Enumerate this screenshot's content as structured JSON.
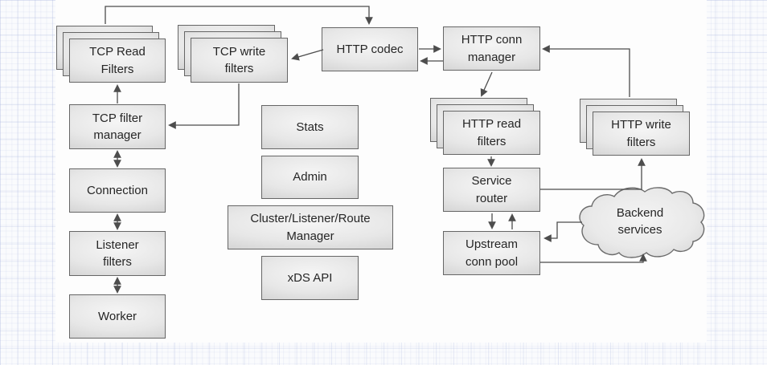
{
  "diagram": {
    "title": "Envoy-style proxy architecture diagram",
    "nodes": {
      "tcp_read_filters": {
        "label": "TCP Read Filters",
        "stacked": true
      },
      "tcp_write_filters": {
        "label": "TCP write filters",
        "stacked": true
      },
      "http_codec": {
        "label": "HTTP codec",
        "stacked": false
      },
      "http_conn_manager": {
        "label": "HTTP conn manager",
        "stacked": false
      },
      "http_read_filters": {
        "label": "HTTP read filters",
        "stacked": true
      },
      "http_write_filters": {
        "label": "HTTP write filters",
        "stacked": true
      },
      "service_router": {
        "label": "Service router",
        "stacked": false
      },
      "upstream_conn_pool": {
        "label": "Upstream conn pool",
        "stacked": false
      },
      "tcp_filter_manager": {
        "label": "TCP filter manager",
        "stacked": false
      },
      "connection": {
        "label": "Connection",
        "stacked": false
      },
      "listener_filters": {
        "label": "Listener filters",
        "stacked": false
      },
      "worker": {
        "label": "Worker",
        "stacked": false
      },
      "stats": {
        "label": "Stats",
        "stacked": false
      },
      "admin": {
        "label": "Admin",
        "stacked": false
      },
      "cluster_manager": {
        "label": "Cluster/Listener/Route Manager",
        "stacked": false
      },
      "xds_api": {
        "label": "xDS API",
        "stacked": false
      }
    },
    "cloud": {
      "label_line1": "Backend",
      "label_line2": "services"
    },
    "edges": [
      {
        "from": "tcp_read_filters",
        "to": "http_codec",
        "style": "arrow"
      },
      {
        "from": "http_codec",
        "to": "tcp_write_filters",
        "style": "arrow"
      },
      {
        "from": "http_codec",
        "to": "http_conn_manager",
        "style": "arrow"
      },
      {
        "from": "http_conn_manager",
        "to": "http_codec",
        "style": "arrow"
      },
      {
        "from": "tcp_write_filters",
        "to": "tcp_filter_manager",
        "style": "arrow"
      },
      {
        "from": "tcp_filter_manager",
        "to": "tcp_read_filters",
        "style": "arrow"
      },
      {
        "from": "tcp_filter_manager",
        "to": "connection",
        "style": "double-arrow"
      },
      {
        "from": "connection",
        "to": "listener_filters",
        "style": "double-arrow"
      },
      {
        "from": "listener_filters",
        "to": "worker",
        "style": "double-arrow"
      },
      {
        "from": "http_conn_manager",
        "to": "http_read_filters",
        "style": "arrow"
      },
      {
        "from": "http_read_filters",
        "to": "service_router",
        "style": "arrow"
      },
      {
        "from": "service_router",
        "to": "upstream_conn_pool",
        "style": "arrow"
      },
      {
        "from": "upstream_conn_pool",
        "to": "service_router",
        "style": "arrow"
      },
      {
        "from": "http_write_filters",
        "to": "http_conn_manager",
        "style": "arrow"
      },
      {
        "from": "service_router",
        "to": "http_write_filters",
        "style": "arrow"
      },
      {
        "from": "backend_services",
        "to": "upstream_conn_pool",
        "style": "arrow"
      },
      {
        "from": "upstream_conn_pool",
        "to": "backend_services",
        "style": "arrow"
      }
    ],
    "colors": {
      "box_border": "#666666",
      "box_fill_light": "#f5f5f5",
      "box_fill_dark": "#c7c7c7",
      "arrow": "#4d4d4d",
      "text": "#262626",
      "canvas_bg": "#fdfdfd",
      "grid_line": "#ccd4ea"
    }
  }
}
